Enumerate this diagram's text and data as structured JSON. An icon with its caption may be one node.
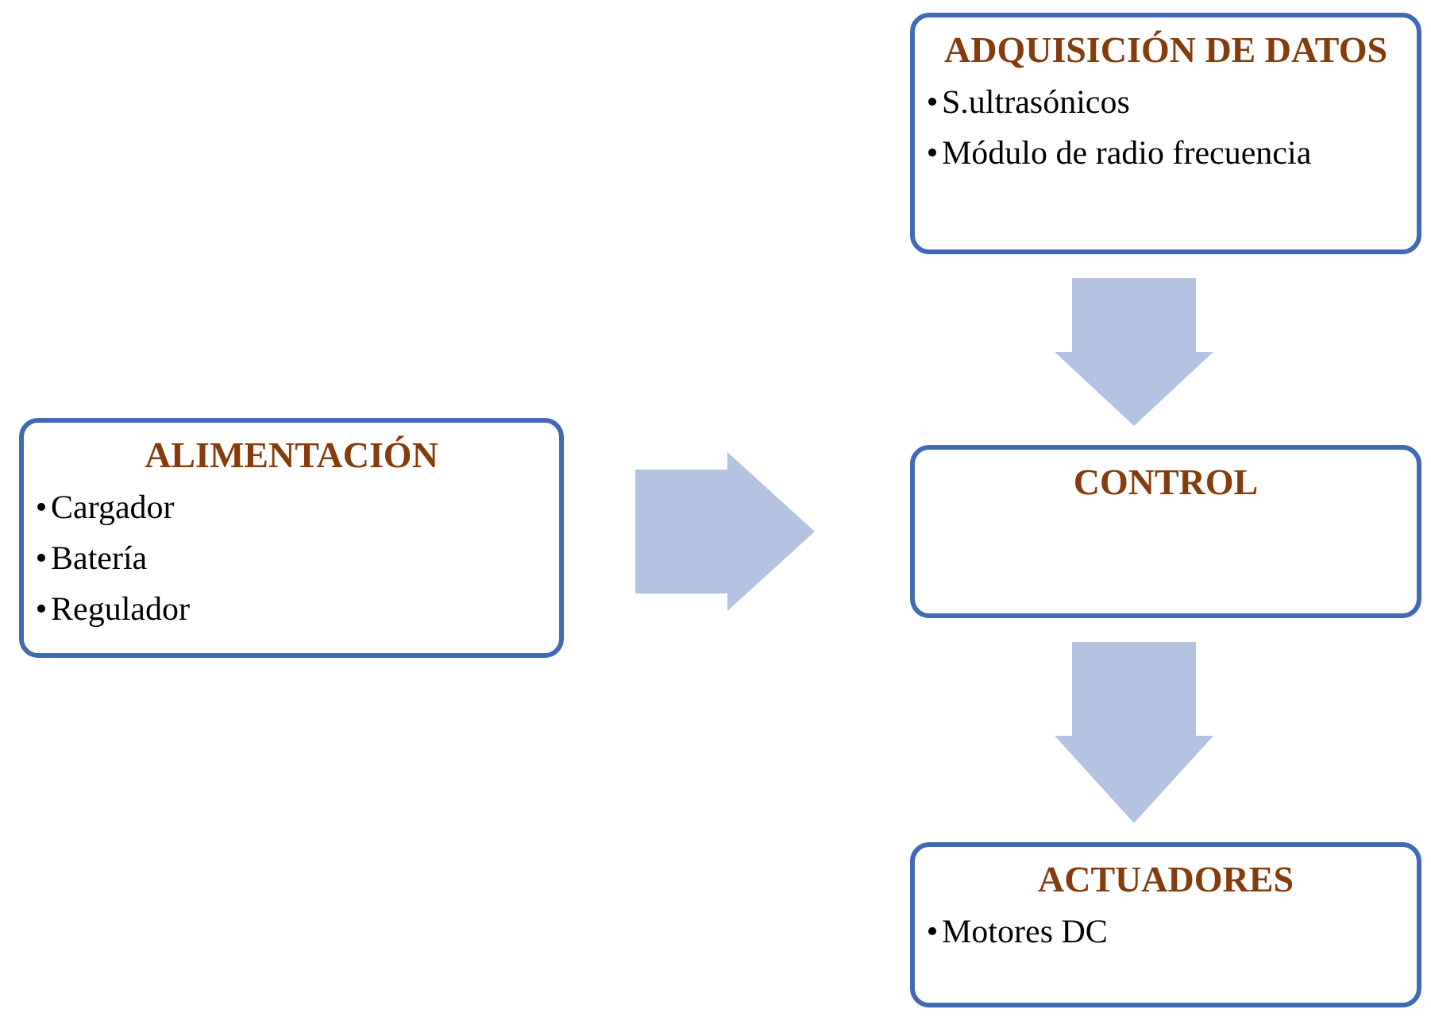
{
  "diagram": {
    "nodes": [
      {
        "text": [
          "ALIMENTACIÓN",
          "Cargador",
          "Batería",
          "Regulador"
        ]
      },
      {
        "text": [
          "ADQUISICIÓN DE DATOS",
          "S.ultrasónicos",
          "Módulo de radio frecuencia"
        ]
      },
      {
        "text": [
          "CONTROL"
        ]
      },
      {
        "text": [
          "ACTUADORES",
          "Motores DC"
        ]
      }
    ],
    "edges": [
      {
        "from": 0,
        "to": 2,
        "arrow": "to"
      },
      {
        "from": 1,
        "to": 2,
        "arrow": "to"
      },
      {
        "from": 2,
        "to": 3,
        "arrow": "to"
      }
    ]
  }
}
